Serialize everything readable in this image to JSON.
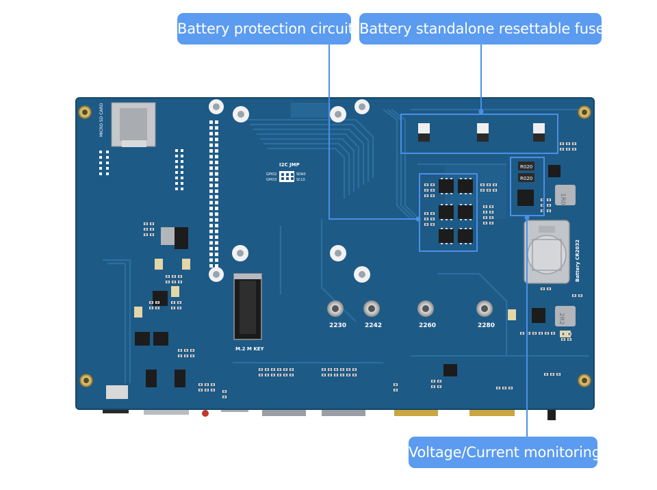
{
  "callouts": {
    "protection": "Battery protection circuit",
    "fuses": "Battery standalone resettable fuses",
    "monitoring": "Voltage/Current monitoring"
  },
  "board_labels": {
    "sd_card": "MICRO SD CARD",
    "i2c_jmp": "I2C JMP",
    "gpio2": "GPIO2",
    "gpio3": "GPIO3",
    "sda0": "SDA0",
    "scl0": "SCL0",
    "m2_key": "M.2 M KEY",
    "size_2230": "2230",
    "size_2242": "2242",
    "size_2260": "2260",
    "size_2280": "2280",
    "battery": "Battery CR2032",
    "r020_a": "R020",
    "r020_b": "R020",
    "ind_1r0": "1R0",
    "ind_2r2": "2R2"
  },
  "colors": {
    "callout": "#5b9bf0",
    "board": "#1e5a86",
    "highlight": "#4a90e8",
    "silkscreen": "#ffffff"
  }
}
